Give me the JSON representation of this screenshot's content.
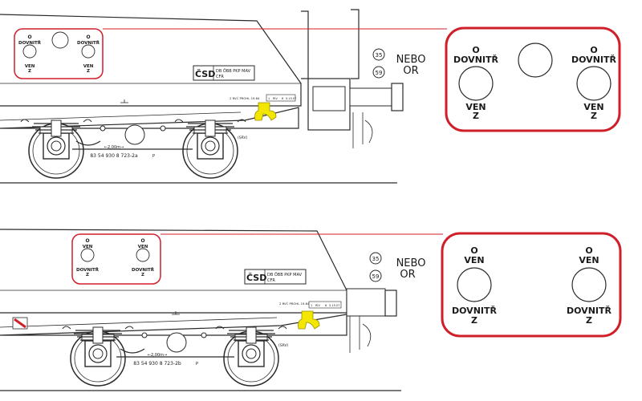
{
  "colors": {
    "highlight_frame": "#d11f2a",
    "yellow_hook": "#f3e600",
    "line": "#2a2a2a",
    "background": "#ffffff"
  },
  "shared": {
    "nebo": "NEBO",
    "or": "OR",
    "badge_top": "35",
    "badge_bottom": "59",
    "owner_code": "ČSD",
    "railways_line1": "DB ÖBB PKP MAV",
    "railways_line2": "CFR",
    "wheelbase": "←2,00m→",
    "small_box_a": "1",
    "small_box_b": "RIV",
    "small_box_c": "6",
    "small_box_d": "5.15.07",
    "label_srv": "(SRV)",
    "label_prohl": "2 RVČ PROHL 19.84"
  },
  "upper": {
    "wagon_number": "83 54 930 8 723-2a",
    "p_mark": "P",
    "panel": {
      "left_top": "O",
      "left_top2": "DOVNITŘ",
      "left_bottom": "VEN",
      "left_bottom2": "Z",
      "right_top": "O",
      "right_top2": "DOVNITŘ",
      "right_bottom": "VEN",
      "right_bottom2": "Z"
    }
  },
  "lower": {
    "wagon_number": "83 54 930 8 723-2b",
    "p_mark": "P",
    "panel": {
      "left_top": "O",
      "left_top2": "VEN",
      "left_bottom": "DOVNITŘ",
      "left_bottom2": "Z",
      "right_top": "O",
      "right_top2": "VEN",
      "right_bottom": "DOVNITŘ",
      "right_bottom2": "Z"
    }
  }
}
